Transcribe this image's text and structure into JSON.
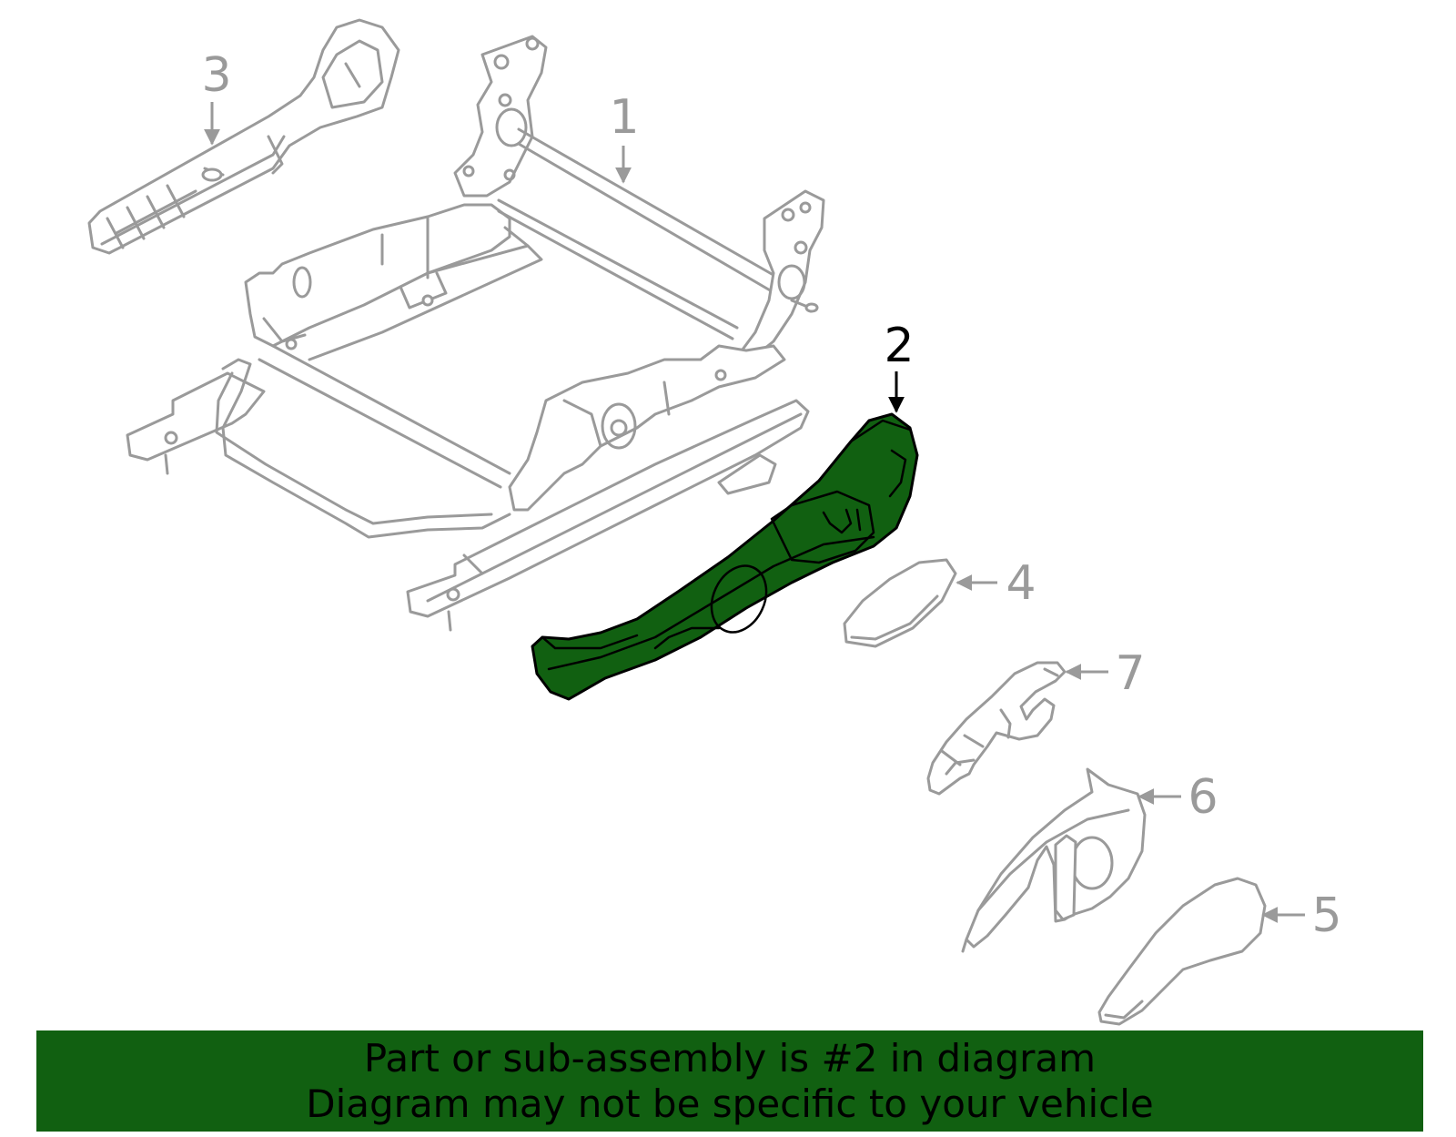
{
  "colors": {
    "highlight": "#116011",
    "part_outline": "#9a9a9a",
    "highlight_stroke": "#000000",
    "banner_background": "#116011",
    "banner_text": "#000000"
  },
  "callouts": {
    "c1": "1",
    "c2": "2",
    "c3": "3",
    "c4": "4",
    "c5": "5",
    "c6": "6",
    "c7": "7"
  },
  "highlighted_part": "2",
  "banner": {
    "line1": "Part or sub-assembly is #2 in diagram",
    "line2": "Diagram may not be specific to your vehicle"
  }
}
